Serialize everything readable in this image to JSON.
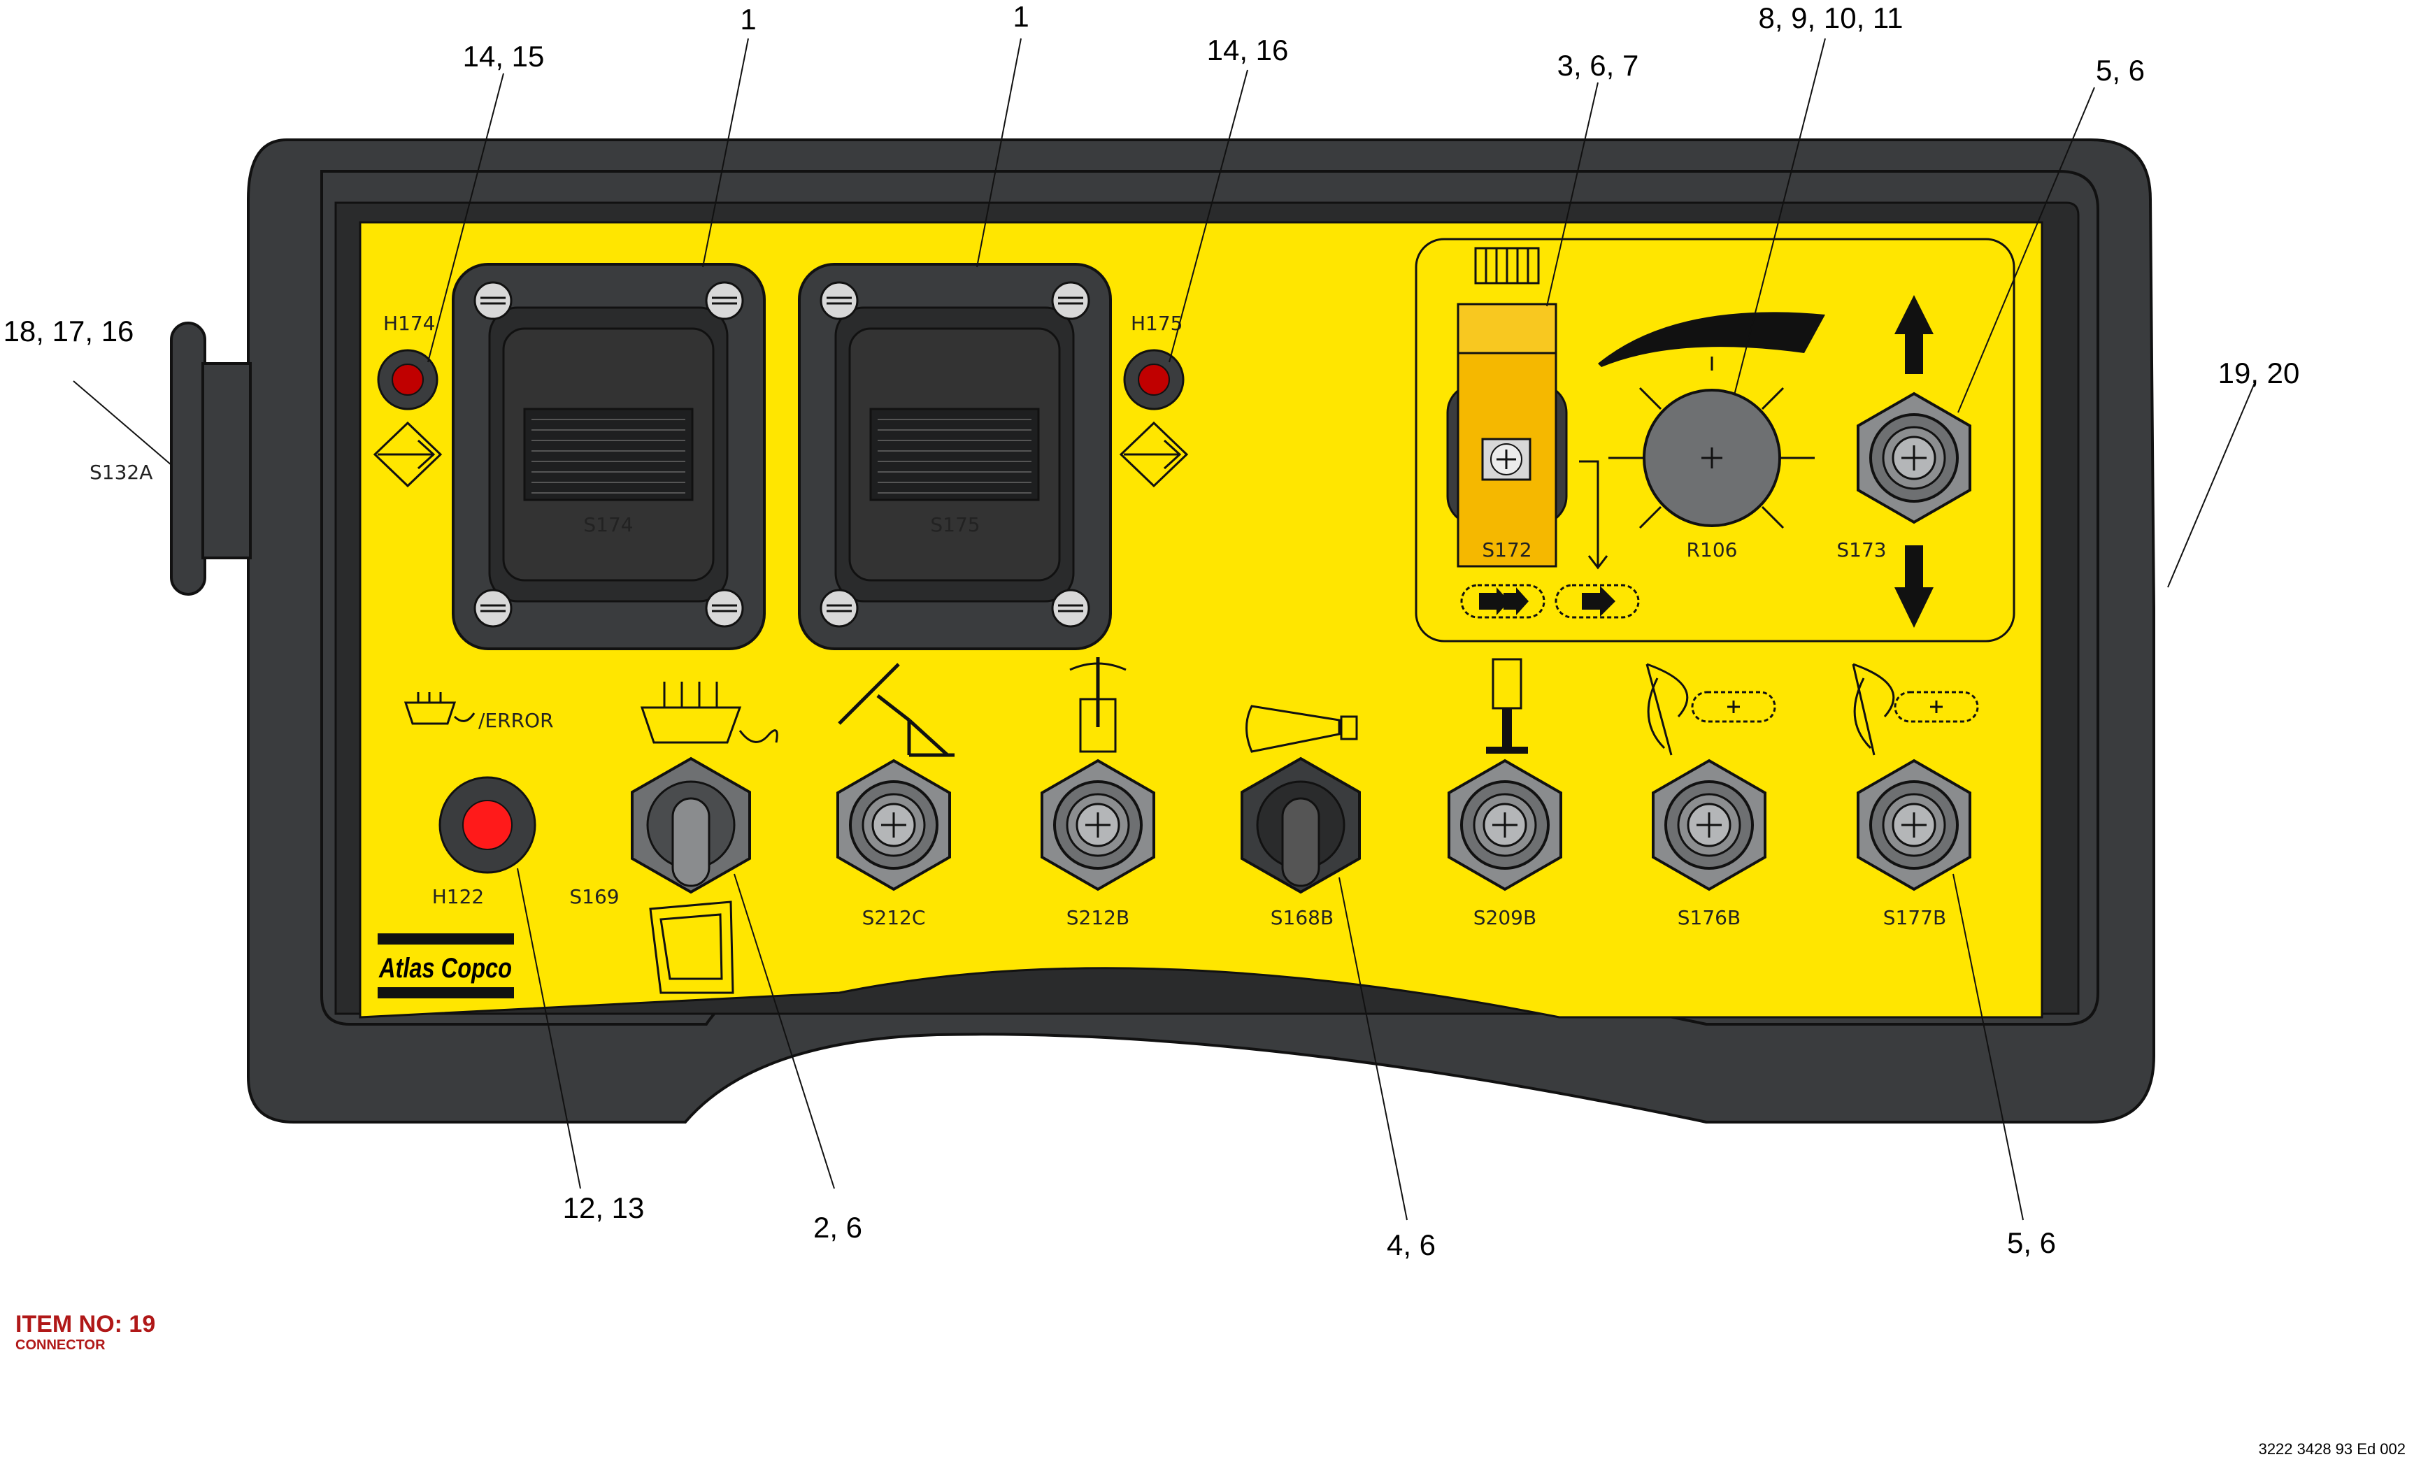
{
  "callouts": {
    "c1a": "1",
    "c1b": "1",
    "c14_15": "14, 15",
    "c14_16": "14, 16",
    "c3_6_7": "3, 6, 7",
    "c8_11": "8, 9, 10, 11",
    "c5_6_top": "5, 6",
    "c18_17_16": "18, 17, 16",
    "c19_20": "19, 20",
    "c12_13": "12, 13",
    "c2_6": "2, 6",
    "c4_6": "4, 6",
    "c5_6_bottom": "5, 6"
  },
  "labels": {
    "s132a": "S132A",
    "h174": "H174",
    "h175": "H175",
    "s174": "S174",
    "s175": "S175",
    "s172": "S172",
    "r106": "R106",
    "s173": "S173",
    "error": "/ERROR",
    "h122": "H122",
    "s169": "S169",
    "s212c": "S212C",
    "s212b": "S212B",
    "s168b": "S168B",
    "s209b": "S209B",
    "s176b": "S176B",
    "s177b": "S177B"
  },
  "brand": {
    "name": "Atlas Copco"
  },
  "footer": {
    "item_no": "ITEM NO: 19",
    "item_sub": "CONNECTOR",
    "doc_no": "3222 3428 93 Ed 002"
  },
  "colors": {
    "panel_yellow": "#ffe600",
    "housing": "#3a3c3e",
    "lamp_dark_red": "#c00000",
    "lamp_red": "#ff1a1a",
    "knob_grey": "#6e7072",
    "switch_orange": "#f5b800"
  },
  "icons": [
    "hex-button-icon",
    "toggle-switch-icon",
    "rotary-knob-icon",
    "indicator-lamp-icon",
    "rocker-joystick-icon",
    "arrow-up-icon",
    "arrow-down-icon",
    "horn-icon",
    "track-icon"
  ]
}
